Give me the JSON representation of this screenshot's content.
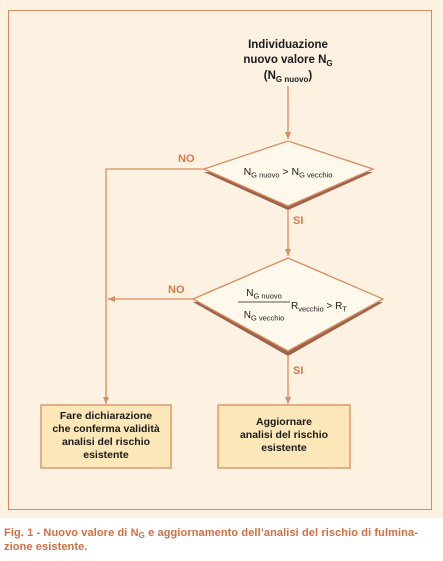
{
  "diagram": {
    "start": {
      "line1": "Individuazione",
      "line2_text": "nuovo valore N",
      "line2_sub": "G",
      "line3_open": "(N",
      "line3_sub": "G nuovo",
      "line3_close": ")"
    },
    "decision1": {
      "lhs": "N",
      "lhs_sub": "G nuovo",
      "op": " > N",
      "rhs_sub": "G vecchio"
    },
    "decision2": {
      "num": "N",
      "num_sub": "G nuovo",
      "den": "N",
      "den_sub": "G vecchio",
      "r": "R",
      "r_sub": "vecchio",
      "op": " > R",
      "rt_sub": "T"
    },
    "labels": {
      "no1": "NO",
      "si1": "SI",
      "no2": "NO",
      "si2": "SI"
    },
    "box_left": {
      "lines": [
        "Fare dichiarazione",
        "che conferma validità",
        "analisi del rischio",
        "esistente"
      ]
    },
    "box_right": {
      "lines": [
        "Aggiornare",
        "analisi del rischio",
        "esistente"
      ]
    }
  },
  "caption": {
    "part1": "Fig. 1 - Nuovo valore di N",
    "sub": "G",
    "part2": " e aggiornamento dell’analisi del rischio di fulmina-",
    "line2": "zione esistente."
  },
  "colors": {
    "panel": "#fdf1e2",
    "line": "#d98c5f",
    "box_fill": "#fbe7b7",
    "diamond_fill": "#fff9ec",
    "diamond_shadow": "#a0634a",
    "label": "#d7794a",
    "caption": "#cf6f42"
  }
}
